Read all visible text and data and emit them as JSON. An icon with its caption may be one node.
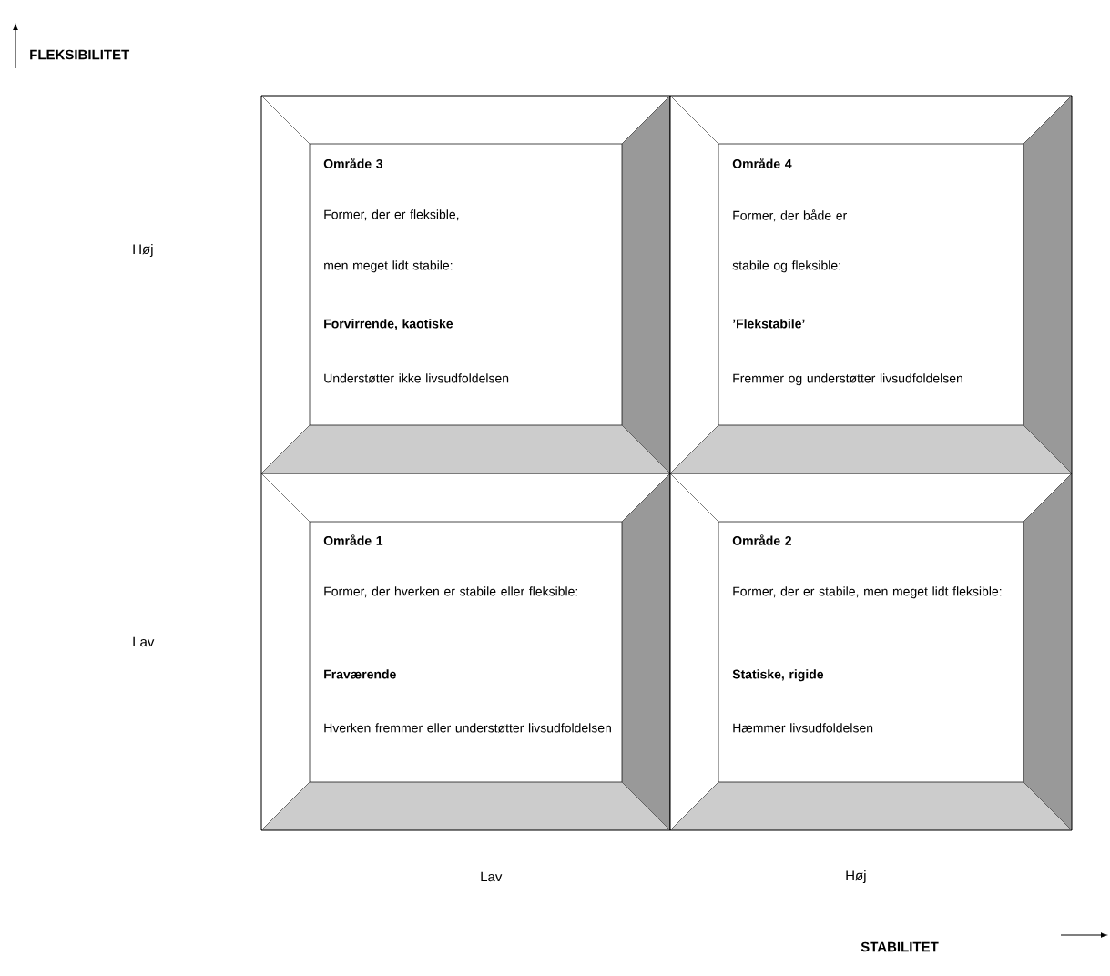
{
  "diagram": {
    "nodes": [
      {
        "text": [
          "Område 3",
          "Former, der er fleksible,",
          "men meget lidt stabile:",
          "Forvirrende, kaotiske",
          "Understøtter ikke livsudfoldelsen"
        ]
      },
      {
        "text": [
          "Område 4",
          "Former, der både er",
          "stabile og fleksible:",
          "’Flekstabile’",
          "Fremmer og understøtter livsudfoldelsen"
        ]
      },
      {
        "text": [
          "Område 1",
          "Former, der hverken er stabile eller fleksible:",
          "Fraværende",
          "Hverken fremmer eller understøtter livsudfoldelsen"
        ]
      },
      {
        "text": [
          "Område 2",
          "Former, der er stabile, men meget lidt fleksible:",
          "Statiske, rigide",
          "Hæmmer livsudfoldelsen"
        ]
      }
    ],
    "labels": [
      "FLEKSIBILITET",
      "Høj",
      "Lav",
      "Lav",
      "Høj",
      "STABILITET"
    ]
  }
}
